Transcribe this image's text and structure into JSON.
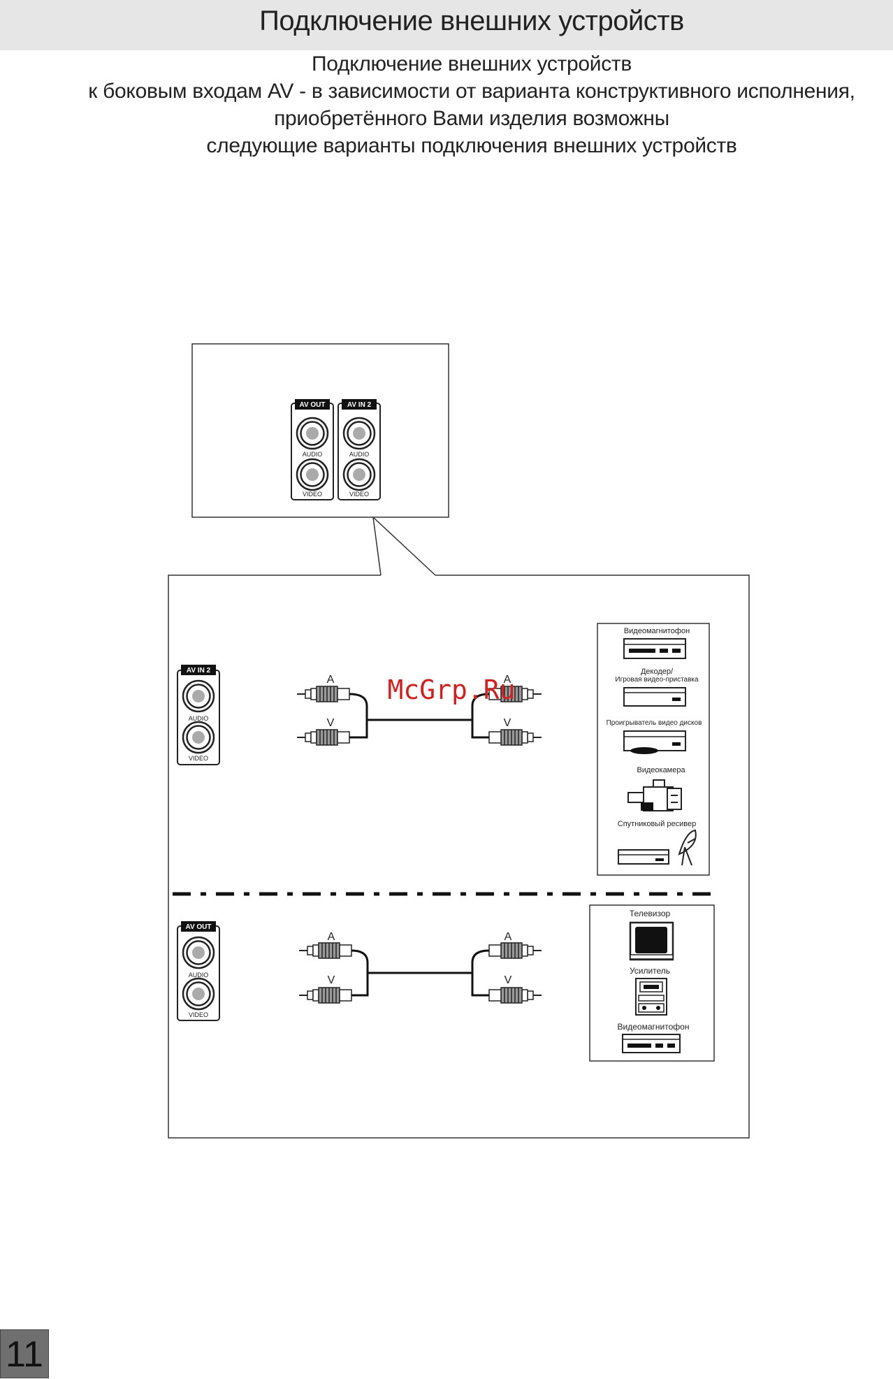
{
  "header": {
    "title": "Подключение внешних устройств"
  },
  "intro": {
    "lines": [
      "Подключение внешних устройств",
      "к боковым входам AV - в зависимости от варианта конструктивного исполнения,",
      "приобретённого Вами изделия возможны",
      "следующие варианты подключения внешних устройств"
    ]
  },
  "panel": {
    "av_out": "AV OUT",
    "av_in2": "AV IN 2",
    "audio": "AUDIO",
    "video": "VIDEO"
  },
  "cable": {
    "audio_tag": "A",
    "video_tag": "V"
  },
  "watermark": "McGrp.Ru",
  "input_devices": {
    "vcr": "Видеомагнитофон",
    "decoder_1": "Декодер/",
    "decoder_2": "Игровая видео-приставка",
    "dvd": "Проигрыватель видео дисков",
    "camcorder": "Видеокамера",
    "satellite": "Спутниковый ресивер"
  },
  "output_devices": {
    "tv": "Телевизор",
    "amplifier": "Усилитель",
    "vcr": "Видеомагнитофон"
  },
  "page_number": "11"
}
